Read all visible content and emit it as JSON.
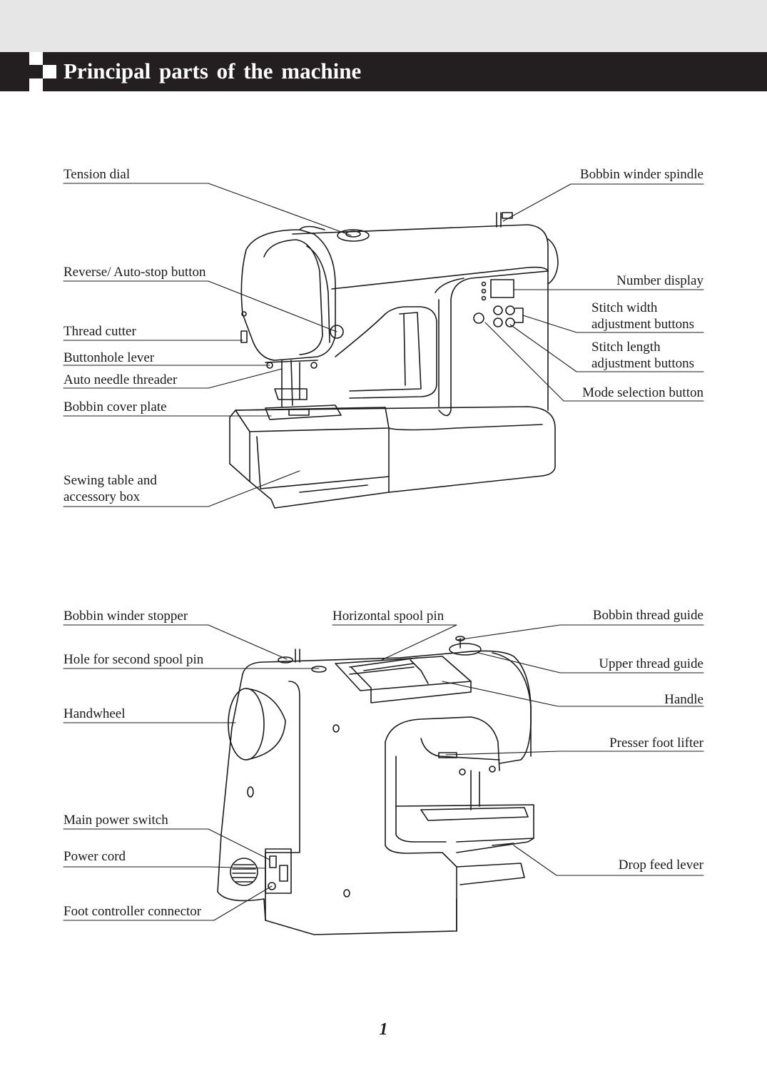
{
  "header": {
    "title": "Principal parts of the machine"
  },
  "front_view": {
    "labels": {
      "tension_dial": "Tension dial",
      "reverse_button": "Reverse/ Auto-stop button",
      "thread_cutter": "Thread cutter",
      "buttonhole_lever": "Buttonhole lever",
      "needle_threader": "Auto needle threader",
      "bobbin_cover": "Bobbin cover plate",
      "sewing_table_1": "Sewing table and",
      "sewing_table_2": "accessory box",
      "bobbin_winder_spindle": "Bobbin winder spindle",
      "number_display": "Number display",
      "stitch_width_1": "Stitch width",
      "stitch_width_2": "adjustment buttons",
      "stitch_length_1": "Stitch length",
      "stitch_length_2": "adjustment buttons",
      "mode_selection": "Mode selection button"
    }
  },
  "back_view": {
    "labels": {
      "winder_stopper": "Bobbin winder stopper",
      "second_spool_hole": "Hole for second spool pin",
      "handwheel": "Handwheel",
      "power_switch": "Main power switch",
      "power_cord": "Power cord",
      "foot_connector": "Foot controller connector",
      "horizontal_spool": "Horizontal spool pin",
      "bobbin_thread_guide": "Bobbin thread guide",
      "upper_thread_guide": "Upper thread guide",
      "handle": "Handle",
      "presser_foot_lifter": "Presser foot lifter",
      "drop_feed_lever": "Drop feed lever"
    }
  },
  "footer": {
    "page_number": "1"
  },
  "colors": {
    "title_bar": "#231f20",
    "top_band": "#e6e6e6",
    "line": "#1a1a1a"
  }
}
